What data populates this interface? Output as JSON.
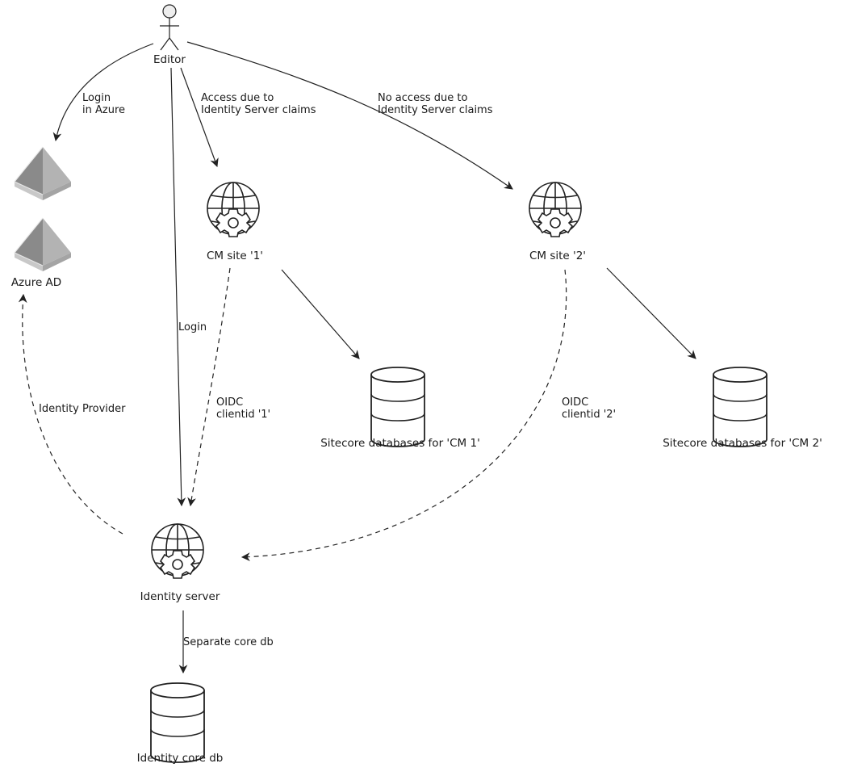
{
  "nodes": {
    "editor": "Editor",
    "azure_ad": "Azure AD",
    "cm1": "CM site '1'",
    "cm2": "CM site '2'",
    "identity_server": "Identity server",
    "db_cm1": "Sitecore databases for 'CM 1'",
    "db_cm2": "Sitecore databases for 'CM 2'",
    "identity_core_db": "Identity core db"
  },
  "edges": {
    "login_azure": [
      "Login",
      "in Azure"
    ],
    "access_claims": [
      "Access due to",
      "Identity Server claims"
    ],
    "no_access_claims": [
      "No access due to",
      "Identity Server claims"
    ],
    "login": "Login",
    "oidc1": [
      "OIDC",
      "clientid '1'"
    ],
    "oidc2": [
      "OIDC",
      "clientid '2'"
    ],
    "identity_provider": "Identity Provider",
    "separate_core_db": "Separate core db"
  }
}
